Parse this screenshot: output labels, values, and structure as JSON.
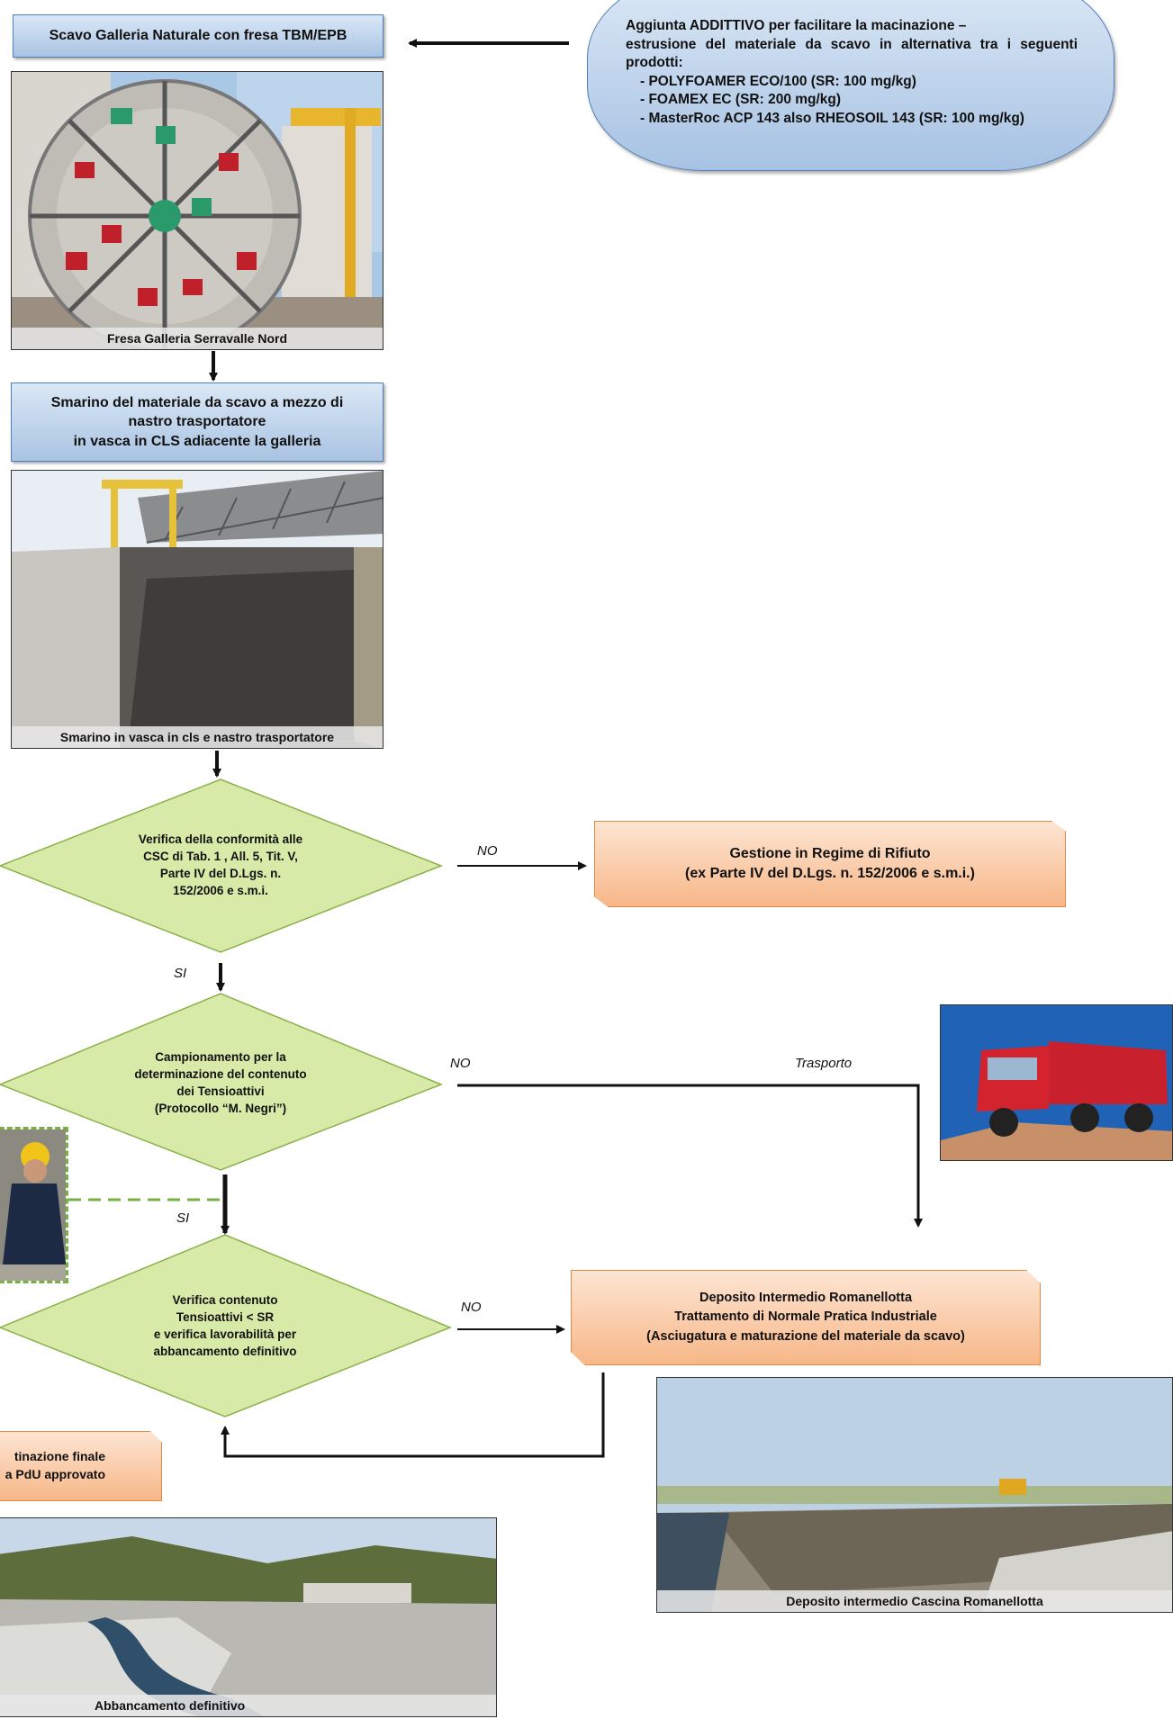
{
  "top_box": {
    "label": "Scavo Galleria Naturale con fresa TBM/EPB"
  },
  "additive": {
    "intro": "Aggiunta ADDITTIVO per facilitare la macinazione –",
    "line2": "estrusione del materiale da scavo in alternativa tra i seguenti prodotti:",
    "items": [
      "POLYFOAMER ECO/100 (SR: 100 mg/kg)",
      "FOAMEX EC (SR: 200 mg/kg)",
      "MasterRoc ACP 143 also RHEOSOIL 143 (SR: 100 mg/kg)"
    ]
  },
  "photo1": {
    "caption": "Fresa Galleria Serravalle Nord"
  },
  "smarino_box": {
    "line1": "Smarino del materiale da scavo a mezzo di",
    "line2": "nastro trasportatore",
    "line3": "in vasca in CLS adiacente la galleria"
  },
  "photo2": {
    "caption": "Smarino in vasca in cls e nastro trasportatore"
  },
  "diamond1": {
    "line1": "Verifica della conformità alle",
    "line2": "CSC di Tab. 1 , All. 5, Tit. V,",
    "line3": "Parte IV del D.Lgs. n.",
    "line4": "152/2006  e  s.m.i."
  },
  "rifiuto_box": {
    "line1": "Gestione in Regime di Rifiuto",
    "line2": "(ex Parte IV del D.Lgs. n. 152/2006 e s.m.i.)"
  },
  "diamond2": {
    "line1": "Campionamento per la",
    "line2": "determinazione del contenuto",
    "line3": "dei Tensioattivi",
    "line4": "(Protocollo “M. Negri”)"
  },
  "diamond3": {
    "line1": "Verifica contenuto",
    "line2": "Tensioattivi < SR",
    "line3": "e verifica lavorabilità per",
    "line4": "abbancamento definitivo"
  },
  "deposito_box": {
    "line1": "Deposito Intermedio Romanellotta",
    "line2": "Trattamento di Normale Pratica Industriale",
    "line3": "(Asciugatura e maturazione del materiale da scavo)"
  },
  "photo_deposito": {
    "caption": "Deposito intermedio Cascina Romanellotta"
  },
  "destinazione_box": {
    "line1": "tinazione finale",
    "line2": "a PdU approvato"
  },
  "photo_abbancamento": {
    "caption": "Abbancamento definitivo"
  },
  "labels": {
    "no1": "NO",
    "si1": "SI",
    "no2": "NO",
    "trasporto": "Trasporto",
    "si2": "SI",
    "no3": "NO"
  }
}
